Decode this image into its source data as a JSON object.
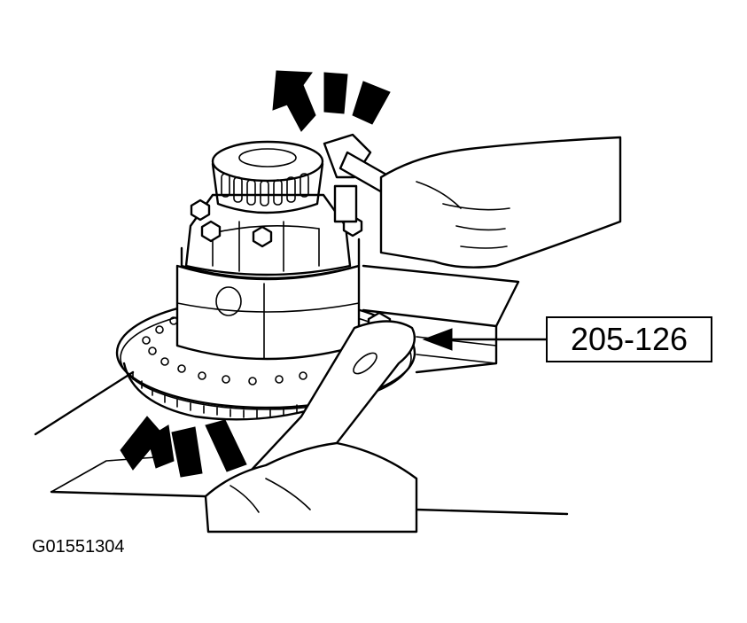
{
  "diagram": {
    "tool_callout": "205-126",
    "figure_id": "G01551304"
  },
  "colors": {
    "ink": "#000000",
    "paper": "#ffffff"
  },
  "icons": [
    "rotation-arrow-top",
    "rotation-arrow-bottom",
    "callout-arrow"
  ]
}
